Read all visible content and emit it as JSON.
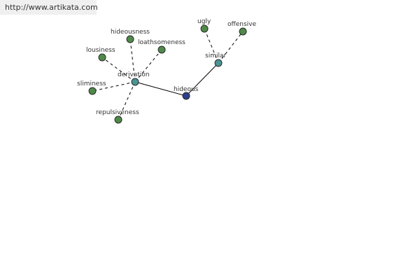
{
  "site_url": "http://www.artikata.com",
  "colors": {
    "root": "#2e3f8c",
    "relation": "#4a9494",
    "leaf": "#4f8a4a",
    "edge": "#000000"
  },
  "graph": {
    "nodes": [
      {
        "id": "hideous",
        "label": "hideous",
        "kind": "root"
      },
      {
        "id": "derivation",
        "label": "derivation",
        "kind": "relation"
      },
      {
        "id": "similar",
        "label": "similar",
        "kind": "relation"
      },
      {
        "id": "hideousness",
        "label": "hideousness",
        "kind": "leaf"
      },
      {
        "id": "loathsomeness",
        "label": "loathsomeness",
        "kind": "leaf"
      },
      {
        "id": "lousiness",
        "label": "lousiness",
        "kind": "leaf"
      },
      {
        "id": "sliminess",
        "label": "sliminess",
        "kind": "leaf"
      },
      {
        "id": "repulsiveness",
        "label": "repulsiveness",
        "kind": "leaf"
      },
      {
        "id": "ugly",
        "label": "ugly",
        "kind": "leaf"
      },
      {
        "id": "offensive",
        "label": "offensive",
        "kind": "leaf"
      }
    ],
    "edges": [
      {
        "from": "hideous",
        "to": "derivation",
        "style": "solid"
      },
      {
        "from": "hideous",
        "to": "similar",
        "style": "solid"
      },
      {
        "from": "derivation",
        "to": "hideousness",
        "style": "dashed"
      },
      {
        "from": "derivation",
        "to": "loathsomeness",
        "style": "dashed"
      },
      {
        "from": "derivation",
        "to": "lousiness",
        "style": "dashed"
      },
      {
        "from": "derivation",
        "to": "sliminess",
        "style": "dashed"
      },
      {
        "from": "derivation",
        "to": "repulsiveness",
        "style": "dashed"
      },
      {
        "from": "similar",
        "to": "ugly",
        "style": "dashed"
      },
      {
        "from": "similar",
        "to": "offensive",
        "style": "dashed"
      }
    ]
  }
}
